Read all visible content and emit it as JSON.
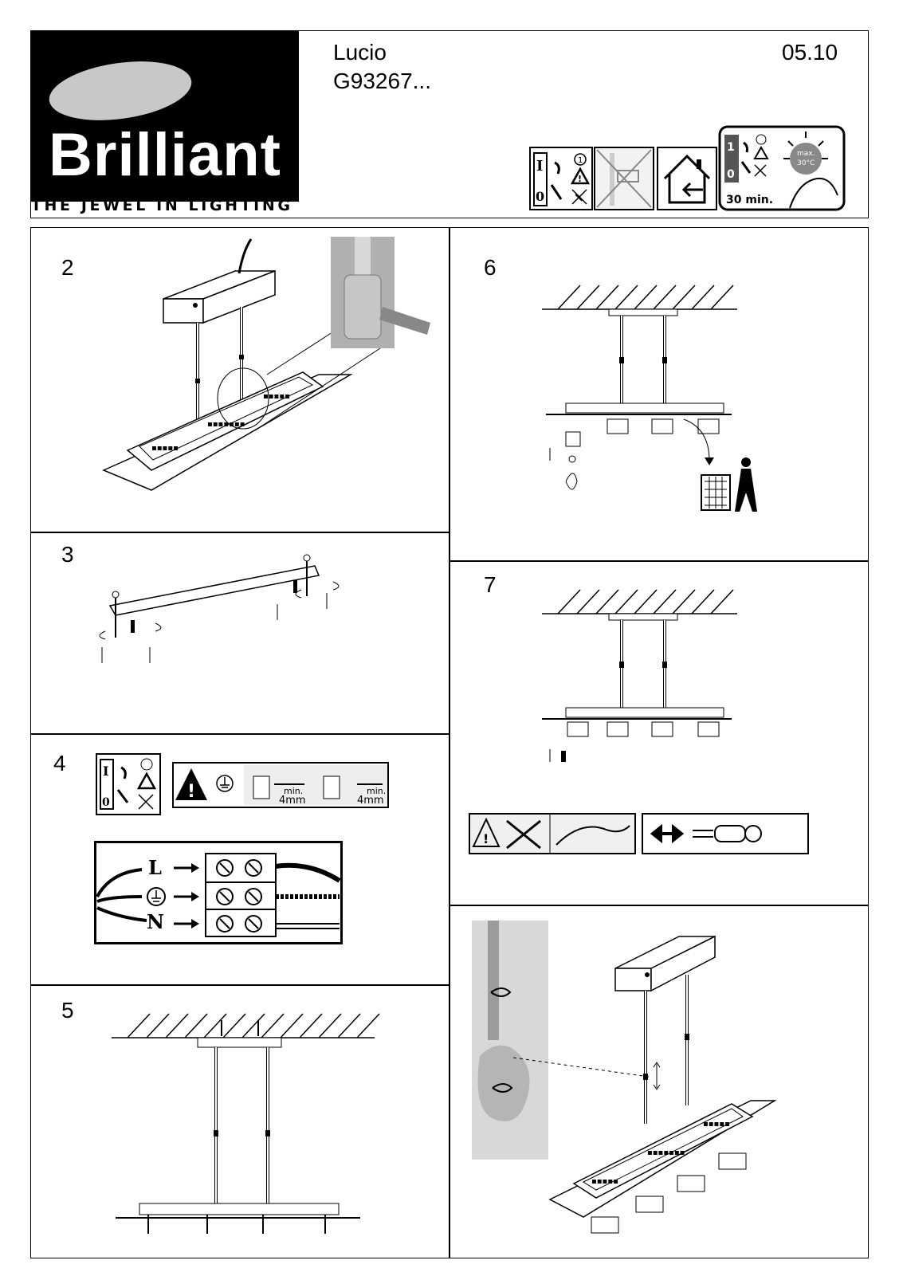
{
  "header": {
    "brand": "Brilliant",
    "tagline": "THE JEWEL IN LIGHTING",
    "product_name": "Lucio",
    "product_code": "G93267...",
    "date": "05.10",
    "safety_icons": [
      "power-off-icon",
      "no-drill-icon",
      "indoor-use-icon",
      "bulb-heat-icon"
    ],
    "bulb_label": "max. 30°C",
    "cooldown_label": "30 min."
  },
  "steps": {
    "s2": "2",
    "s3": "3",
    "s4": "4",
    "s5": "5",
    "s6": "6",
    "s7": "7"
  },
  "wiring": {
    "live": "L",
    "neutral": "N",
    "min_label": "min.",
    "distance": "4mm"
  }
}
